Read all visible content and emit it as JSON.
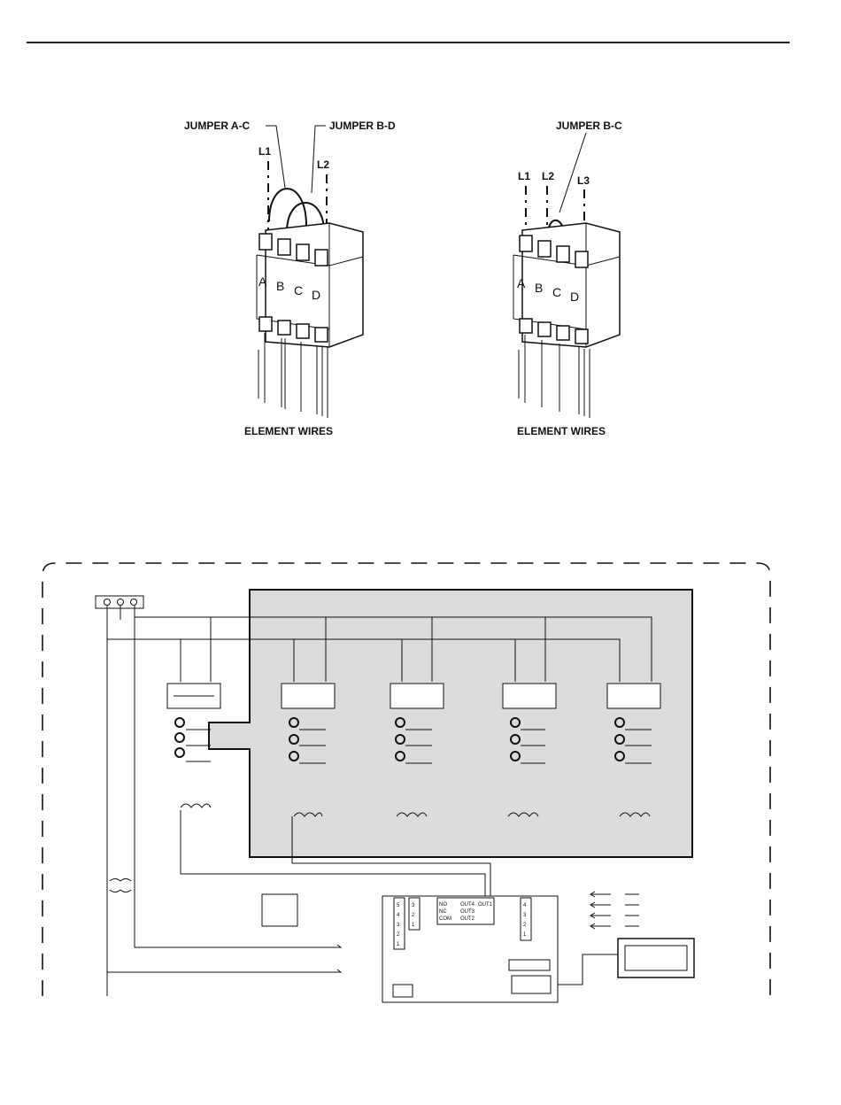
{
  "figure_left": {
    "jumper_a_c": "JUMPER A-C",
    "jumper_b_d": "JUMPER B-D",
    "line1": "L1",
    "line2": "L2",
    "terminals": [
      "A",
      "B",
      "C",
      "D"
    ],
    "caption": "ELEMENT WIRES"
  },
  "figure_right": {
    "jumper_b_c": "JUMPER B-C",
    "line1": "L1",
    "line2": "L2",
    "line3": "L3",
    "terminals": [
      "A",
      "B",
      "C",
      "D"
    ],
    "caption": "ELEMENT WIRES"
  },
  "board": {
    "header_a": [
      "5",
      "4",
      "3",
      "2",
      "1"
    ],
    "header_b": [
      "3",
      "2",
      "1"
    ],
    "header_c": [
      "NO",
      "NC",
      "COM",
      "OUT4",
      "OUT3",
      "OUT2",
      "OUT1"
    ],
    "header_d": [
      "4",
      "3",
      "2",
      "1"
    ]
  }
}
